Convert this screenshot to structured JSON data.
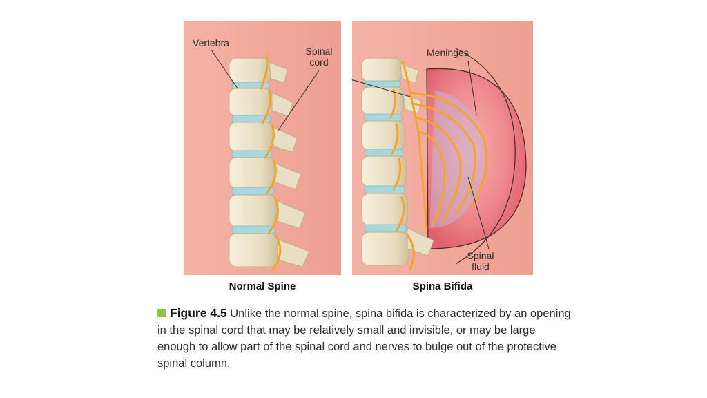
{
  "labels": {
    "vertebra": "Vertebra",
    "spinal_cord": [
      "Spinal",
      "cord"
    ],
    "meninges": "Meninges",
    "spinal_fluid": [
      "Spinal",
      "fluid"
    ],
    "normal_spine": "Normal Spine",
    "spina_bifida": "Spina Bifida"
  },
  "caption": {
    "figure_number": "Figure 4.5",
    "text": "Unlike the normal spine, spina bifida is characterized by an opening in the spinal cord that may be relatively small and invisible, or may be large enough to allow part of the spinal cord and nerves to bulge out of the protective spinal column."
  },
  "colors": {
    "background": "#f0a99c",
    "bone": "#efe6cf",
    "disc": "#a9d8dc",
    "nerve": "#f2a52a",
    "sac": "#e8727c",
    "accent": "#8cc63f"
  }
}
